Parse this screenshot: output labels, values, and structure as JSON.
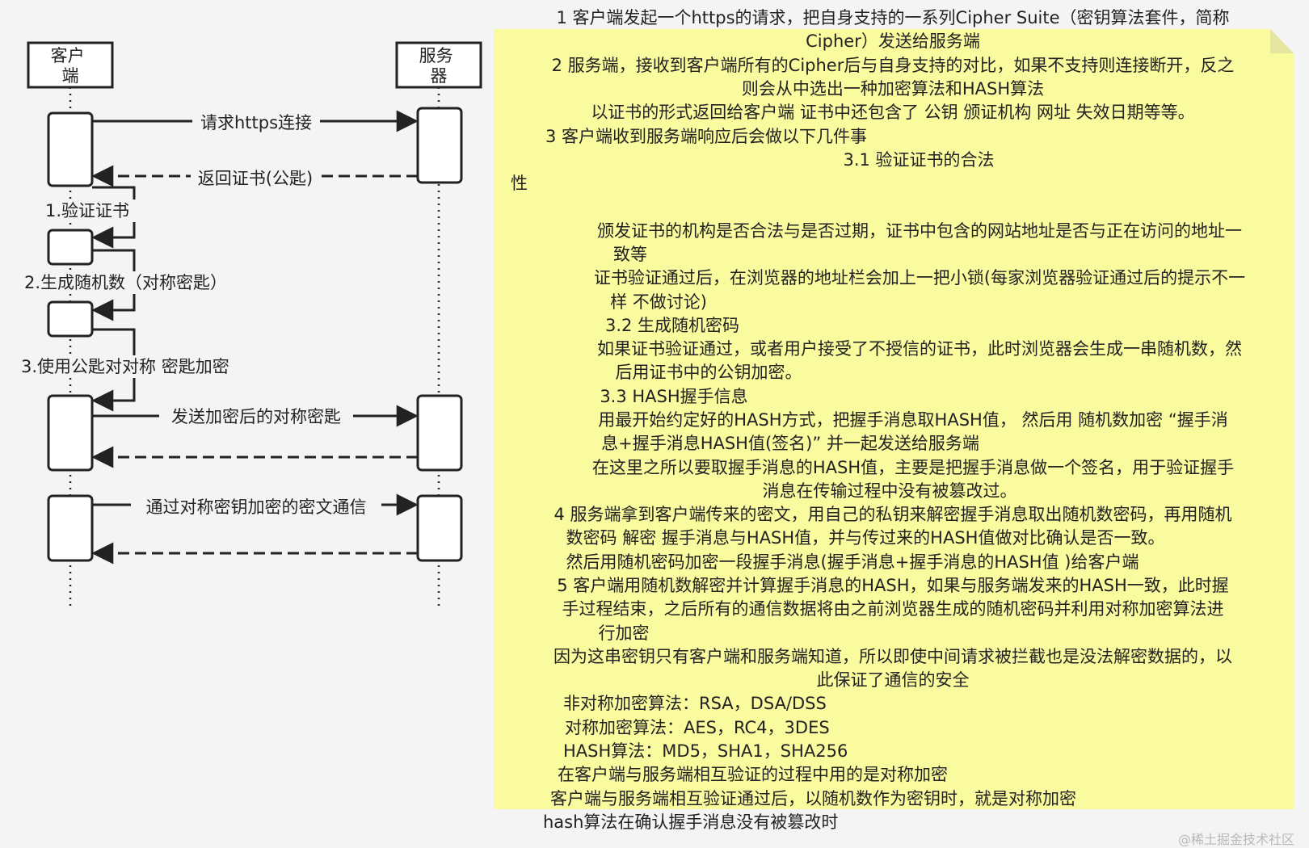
{
  "diagram": {
    "participants": {
      "client": "客户\n端",
      "server": "服务\n器"
    },
    "messages": {
      "request": "请求https连接",
      "return_cert": "返回证书(公匙)",
      "send_key": "发送加密后的对称密匙",
      "cipher_comm": "通过对称密钥加密的密文通信"
    },
    "self_steps": {
      "verify": "1.验证证书",
      "generate": "2.生成随机数（对称密匙）",
      "encrypt": "3.使用公匙对对称 密匙加密"
    }
  },
  "note": {
    "lines": [
      "1 客户端发起一个https的请求，把自身支持的一系列Cipher Suite（密钥算法套件，简称",
      "Cipher）发送给服务端",
      "2  服务端，接收到客户端所有的Cipher后与自身支持的对比，如果不支持则连接断开，反之",
      "则会从中选出一种加密算法和HASH算法",
      "以证书的形式返回给客户端 证书中还包含了 公钥 颁证机构 网址 失效日期等等。",
      "3  客户端收到服务端响应后会做以下几件事",
      "3.1 验证证书的合法",
      "性",
      "颁发证书的机构是否合法与是否过期，证书中包含的网站地址是否与正在访问的地址一",
      "致等",
      "证书验证通过后，在浏览器的地址栏会加上一把小锁(每家浏览器验证通过后的提示不一",
      "样 不做讨论)",
      "3.2 生成随机密码",
      "如果证书验证通过，或者用户接受了不授信的证书，此时浏览器会生成一串随机数，然",
      "后用证书中的公钥加密。",
      "3.3 HASH握手信息",
      "用最开始约定好的HASH方式，把握手消息取HASH值，  然后用 随机数加密  “握手消",
      "息+握手消息HASH值(签名)”   并一起发送给服务端",
      "在这里之所以要取握手消息的HASH值，主要是把握手消息做一个签名，用于验证握手",
      "消息在传输过程中没有被篡改过。",
      "4  服务端拿到客户端传来的密文，用自己的私钥来解密握手消息取出随机数密码，再用随机",
      "数密码 解密 握手消息与HASH值，并与传过来的HASH值做对比确认是否一致。",
      "然后用随机密码加密一段握手消息(握手消息+握手消息的HASH值 )给客户端",
      "5  客户端用随机数解密并计算握手消息的HASH，如果与服务端发来的HASH一致，此时握",
      "手过程结束，之后所有的通信数据将由之前浏览器生成的随机密码并利用对称加密算法进",
      "行加密",
      "因为这串密钥只有客户端和服务端知道，所以即使中间请求被拦截也是没法解密数据的，以",
      "此保证了通信的安全",
      "非对称加密算法：RSA，DSA/DSS",
      "对称加密算法：AES，RC4，3DES",
      "HASH算法：MD5，SHA1，SHA256",
      "在客户端与服务端相互验证的过程中用的是对称加密",
      "客户端与服务端相互验证通过后，以随机数作为密钥时，就是对称加密",
      "hash算法在确认握手消息没有被篡改时"
    ]
  },
  "watermark": "@稀土掘金技术社区",
  "colors": {
    "note_bg": "#fafa9e",
    "line": "#222222",
    "page_bg": "#f4f4f4"
  }
}
